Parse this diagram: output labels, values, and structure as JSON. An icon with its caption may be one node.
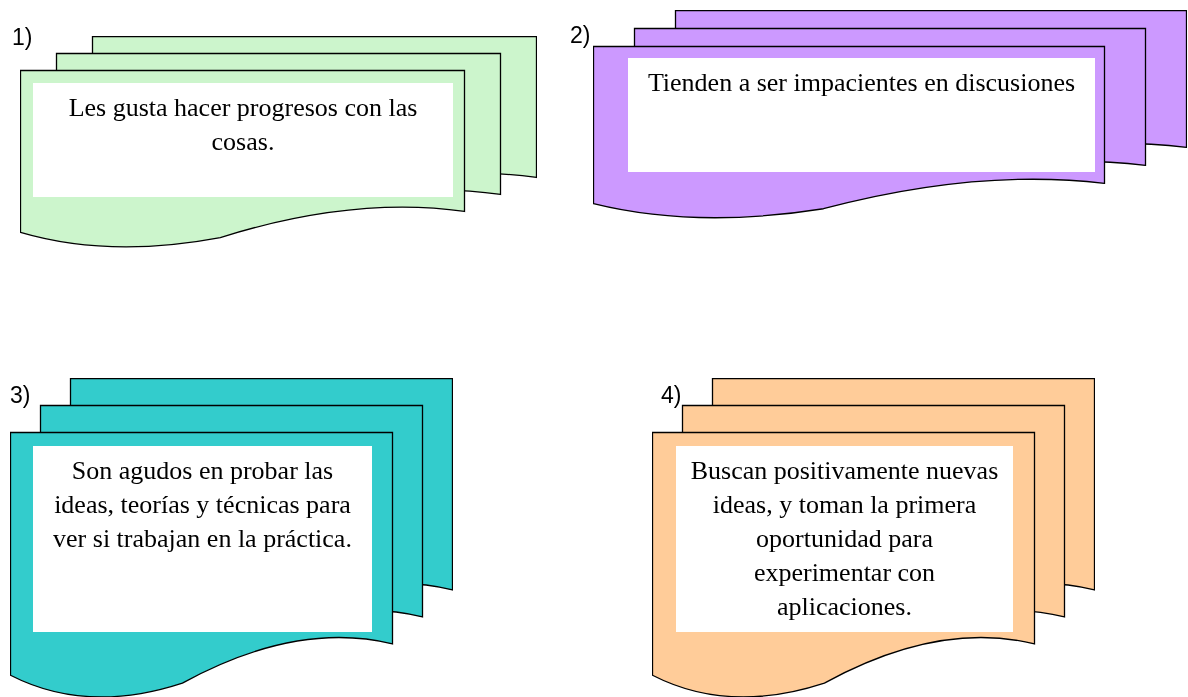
{
  "diagram": {
    "nodes": [
      {
        "text": [
          "Les gusta hacer progresos con las cosas."
        ],
        "beside": [
          "1)"
        ]
      },
      {
        "text": [
          "Tienden a ser impacientes en discusiones"
        ],
        "beside": [
          "2)"
        ]
      },
      {
        "text": [
          "Son agudos en probar las ideas, teorías y técnicas para ver si trabajan en la práctica."
        ],
        "beside": [
          "3)"
        ]
      },
      {
        "text": [
          "Buscan positivamente nuevas ideas, y toman la primera oportunidad para experimentar con aplicaciones."
        ],
        "beside": [
          "4)"
        ]
      }
    ]
  }
}
